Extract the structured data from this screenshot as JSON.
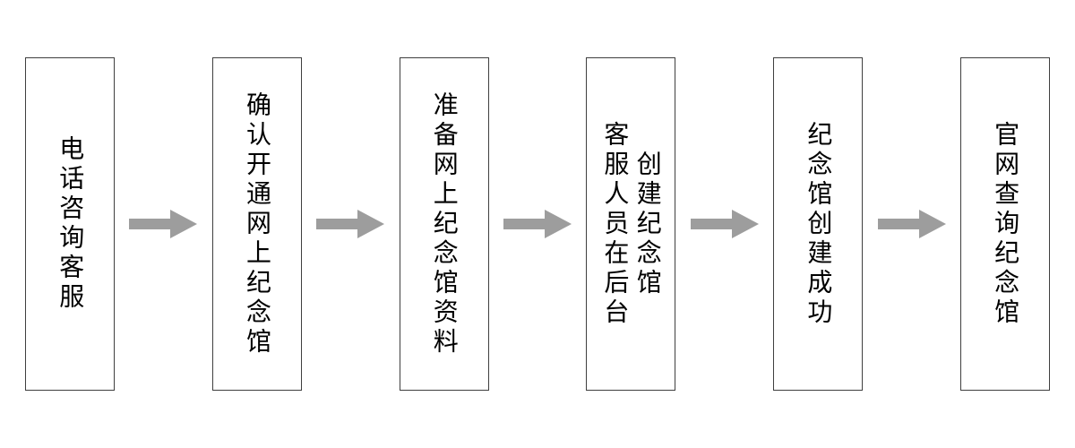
{
  "flowchart": {
    "title": "online-memorial-creation-process",
    "steps": [
      {
        "label": "电话咨询客服"
      },
      {
        "label": "确认开通网上纪念馆"
      },
      {
        "label": "准备网上纪念馆资料"
      },
      {
        "label": "客服人员在后台\n创建纪念馆"
      },
      {
        "label": "纪念馆创建成功"
      },
      {
        "label": "官网查询纪念馆"
      }
    ],
    "colors": {
      "arrow": "#9d9d9d",
      "box_border": "#3f3f3f",
      "box_fill": "#ffffff",
      "text": "#000000",
      "background": "#ffffff"
    }
  }
}
